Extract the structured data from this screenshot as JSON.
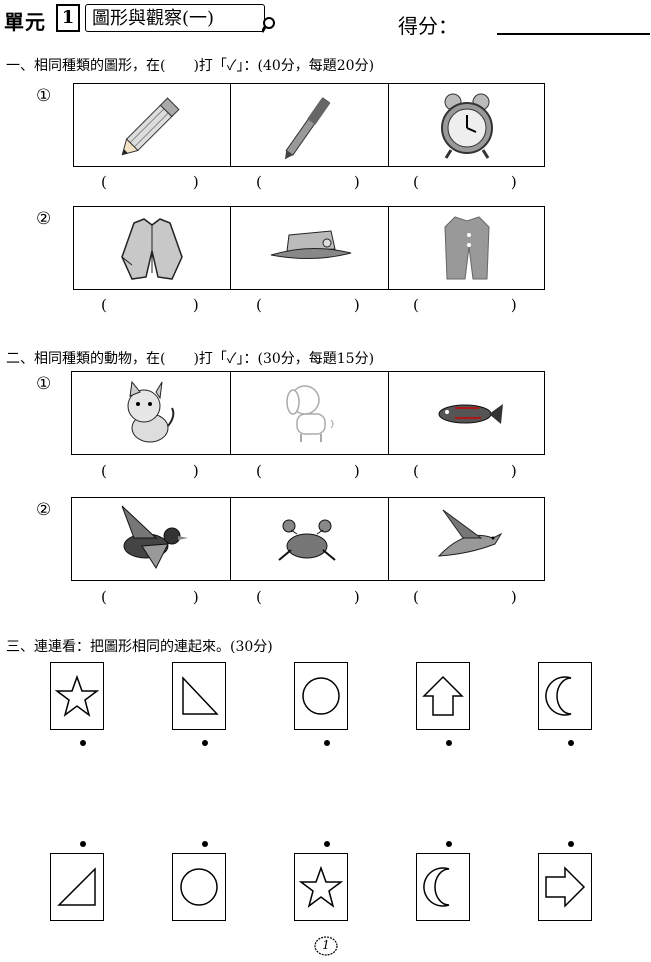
{
  "header": {
    "unit_label": "單元",
    "unit_number": "1",
    "unit_title": "圖形與觀察(一)",
    "score_label": "得分："
  },
  "section1": {
    "question": "一、相同種類的圖形，在(　　)打「✓」：(40分，每題20分)",
    "rows": [
      {
        "number": "①",
        "items": [
          "pencil-icon",
          "pen-icon",
          "alarm-clock-icon"
        ]
      },
      {
        "number": "②",
        "items": [
          "jacket-icon",
          "hat-icon",
          "coat-icon"
        ]
      }
    ],
    "paren_open": "(",
    "paren_close": ")"
  },
  "section2": {
    "question": "二、相同種類的動物，在(　　)打「✓」：(30分，每題15分)",
    "rows": [
      {
        "number": "①",
        "items": [
          "cat-icon",
          "dog-icon",
          "fish-icon"
        ]
      },
      {
        "number": "②",
        "items": [
          "duck-icon",
          "crab-icon",
          "bird-icon"
        ]
      }
    ]
  },
  "section3": {
    "question": "三、連連看：把圖形相同的連起來。(30分)",
    "top_shapes": [
      "star",
      "right-triangle",
      "circle",
      "up-arrow",
      "crescent"
    ],
    "bottom_shapes": [
      "right-triangle",
      "circle",
      "star",
      "crescent",
      "right-arrow"
    ]
  },
  "footer": {
    "page_number": "1"
  }
}
